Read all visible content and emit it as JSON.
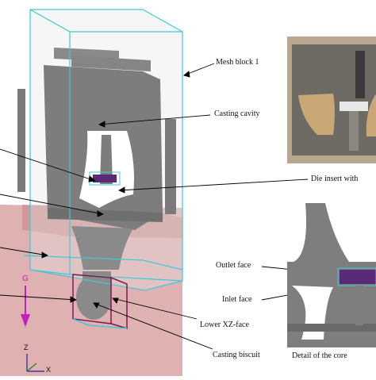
{
  "labels": {
    "mesh_block": "Mesh block 1",
    "casting_cavity": "Casting cavity",
    "die_insert": "Die insert with",
    "outlet_face": "Outlet face",
    "inlet_face": "Inlet face",
    "lower_xz_face": "Lower XZ-face",
    "casting_biscuit": "Casting biscuit",
    "detail_caption": "Detail of the core",
    "gravity": "G",
    "axis_z": "Z",
    "axis_x": "X"
  },
  "colors": {
    "mesh_outline": "#40c8d8",
    "metal_grey": "#7a7a7a",
    "die_pink": "#d8a0a0",
    "insert_purple": "#5a2a78",
    "gravity_arrow": "#c020c0",
    "biscuit_frame": "#801850"
  }
}
